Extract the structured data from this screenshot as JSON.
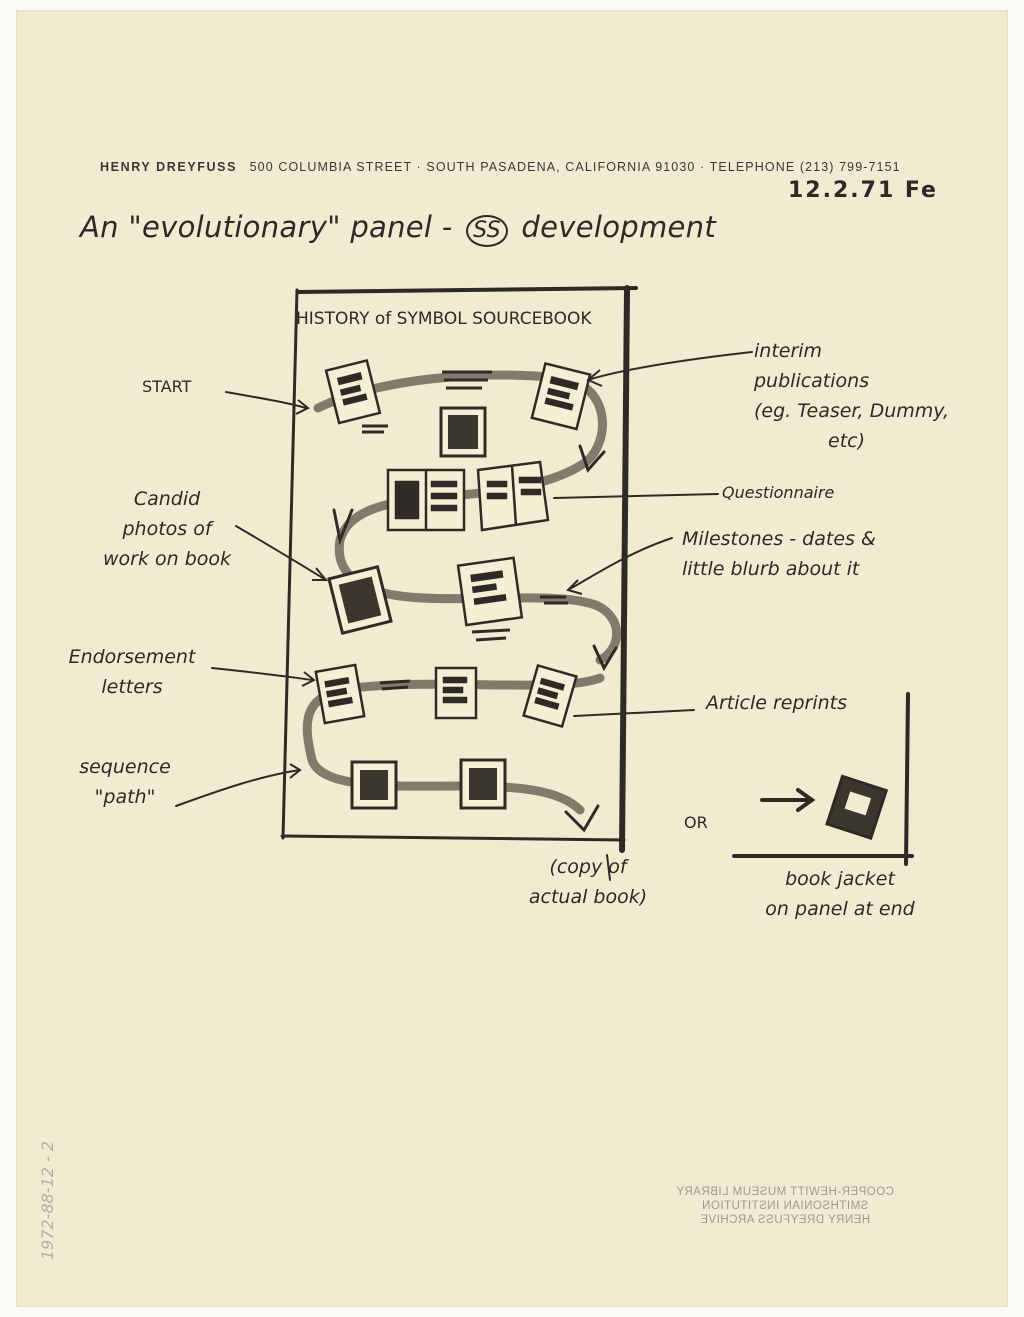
{
  "letterhead": {
    "name": "HENRY DREYFUSS",
    "address": "500 COLUMBIA STREET · SOUTH PASADENA, CALIFORNIA 91030 · TELEPHONE (213) 799-7151"
  },
  "date": "12.2.71 Fe",
  "title": {
    "before": "An \"evolutionary\" panel -",
    "circled": "SS",
    "after": "development"
  },
  "panel_heading": "HISTORY of SYMBOL SOURCEBOOK",
  "labels": {
    "start": "START",
    "interim": [
      "interim",
      "publications",
      "(eg. Teaser, Dummy,",
      "etc)"
    ],
    "questionnaire": "Questionnaire",
    "candid": [
      "Candid",
      "photos of",
      "work on book"
    ],
    "milestones": [
      "Milestones - dates &",
      "little blurb about it"
    ],
    "endorsement": [
      "Endorsement",
      "letters"
    ],
    "article": "Article reprints",
    "sequence": [
      "sequence",
      "\"path\""
    ],
    "or": "OR",
    "copy": [
      "(copy of",
      "actual book)"
    ],
    "jacket": [
      "book jacket",
      "on panel at end"
    ]
  },
  "stamp": [
    "COOPER-HEWITT MUSEUM LIBRARY",
    "SMITHSONIAN INSTITUTION",
    "HENRY DREYFUSS ARCHIVE"
  ],
  "pencil_note": "1972-88-12   - 2"
}
